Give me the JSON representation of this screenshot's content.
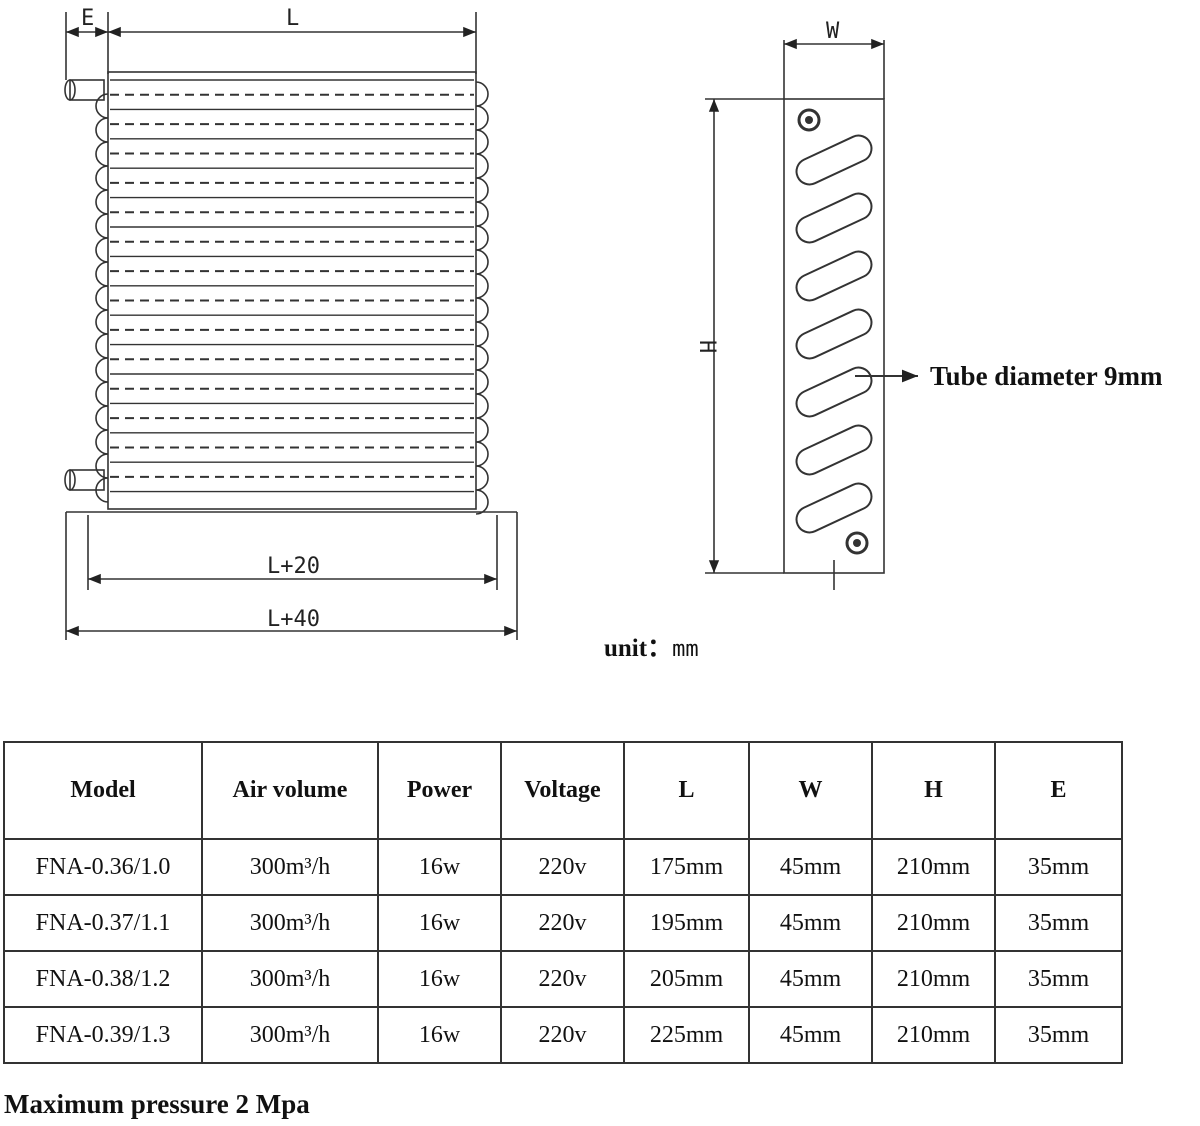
{
  "front_view": {
    "dim_e": "E",
    "dim_l": "L",
    "dim_l_plus_20": "L+20",
    "dim_l_plus_40": "L+40"
  },
  "side_view": {
    "dim_w": "W",
    "dim_h": "H",
    "tube_callout": "Tube diameter 9mm"
  },
  "unit": {
    "label": "unit：",
    "value": "mm"
  },
  "table": {
    "headers": [
      "Model",
      "Air volume",
      "Power",
      "Voltage",
      "L",
      "W",
      "H",
      "E"
    ],
    "rows": [
      [
        "FNA-0.36/1.0",
        "300m³/h",
        "16w",
        "220v",
        "175mm",
        "45mm",
        "210mm",
        "35mm"
      ],
      [
        "FNA-0.37/1.1",
        "300m³/h",
        "16w",
        "220v",
        "195mm",
        "45mm",
        "210mm",
        "35mm"
      ],
      [
        "FNA-0.38/1.2",
        "300m³/h",
        "16w",
        "220v",
        "205mm",
        "45mm",
        "210mm",
        "35mm"
      ],
      [
        "FNA-0.39/1.3",
        "300m³/h",
        "16w",
        "220v",
        "225mm",
        "45mm",
        "210mm",
        "35mm"
      ]
    ]
  },
  "footer": {
    "pressure_note": "Maximum pressure 2 Mpa"
  }
}
